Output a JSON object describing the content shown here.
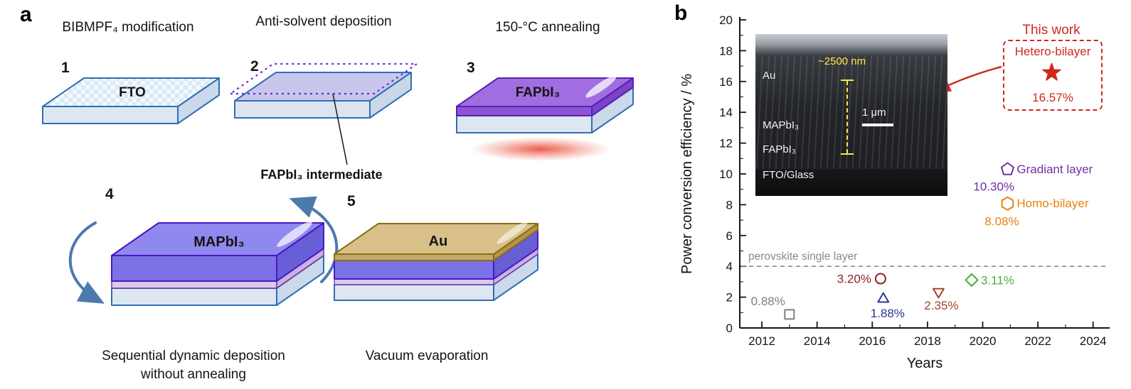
{
  "figure": {
    "panel_a_label": "a",
    "panel_b_label": "b"
  },
  "panel_a": {
    "step1": {
      "number": "1",
      "title": "BIBMPF₄ modification",
      "slab_label": "FTO"
    },
    "step2": {
      "number": "2",
      "title": "Anti-solvent deposition",
      "annotation": "FAPbI₃ intermediate"
    },
    "step3": {
      "number": "3",
      "title": "150-°C annealing",
      "slab_label": "FAPbI₃"
    },
    "step4": {
      "number": "4",
      "slab_label": "MAPbI₃",
      "caption_line1": "Sequential dynamic deposition",
      "caption_line2": "without annealing"
    },
    "step5": {
      "number": "5",
      "slab_label": "Au",
      "caption": "Vacuum evaporation"
    }
  },
  "panel_b": {
    "annotation": {
      "title": "This work"
    },
    "inset": {
      "electrode_label": "Au",
      "thickness_label": "~2500 nm",
      "scalebar_label": "1 μm",
      "layer1_label": "MAPbI₃",
      "layer2_label": "FAPbI₃",
      "substrate_label": "FTO/Glass"
    }
  },
  "chart_data": {
    "type": "scatter",
    "title": "",
    "xlabel": "Years",
    "ylabel": "Power conversion efficiency / %",
    "xlim": [
      2011.2,
      2024.6
    ],
    "ylim": [
      0,
      20
    ],
    "xticks": [
      2012,
      2014,
      2016,
      2018,
      2020,
      2022,
      2024
    ],
    "yticks": [
      0,
      2,
      4,
      6,
      8,
      10,
      12,
      14,
      16,
      18,
      20
    ],
    "grid": false,
    "legend_position": "none",
    "reference_line": {
      "y": 4,
      "label": "perovskite single layer",
      "style": "dashed",
      "color": "#8a8a8a"
    },
    "points": [
      {
        "x": 2013.0,
        "y": 0.88,
        "label": "0.88%",
        "marker": "square",
        "color": "#7f7f7f",
        "filled": false,
        "label_dx": -6,
        "label_dy": -13,
        "label_anchor": "end"
      },
      {
        "x": 2016.3,
        "y": 3.2,
        "label": "3.20%",
        "marker": "circle",
        "color": "#8f1d1d",
        "filled": false,
        "label_dx": -13,
        "label_dy": 6,
        "label_anchor": "end"
      },
      {
        "x": 2016.4,
        "y": 1.88,
        "label": "1.88%",
        "marker": "triangle-up",
        "color": "#2a3990",
        "filled": false,
        "label_dx": 6,
        "label_dy": 26,
        "label_anchor": "middle"
      },
      {
        "x": 2018.4,
        "y": 2.35,
        "label": "2.35%",
        "marker": "triangle-down",
        "color": "#a5442a",
        "filled": false,
        "label_dx": 4,
        "label_dy": 25,
        "label_anchor": "middle"
      },
      {
        "x": 2019.6,
        "y": 3.11,
        "label": "3.11%",
        "marker": "diamond",
        "color": "#4cae3c",
        "filled": false,
        "label_dx": 13,
        "label_dy": 6,
        "label_anchor": "start"
      },
      {
        "x": 2020.9,
        "y": 8.08,
        "label": "8.08%",
        "marker": "hexagon",
        "color": "#e8820c",
        "filled": false,
        "label_dx": -32,
        "label_dy": 31,
        "label_anchor": "start",
        "name": "Homo-bilayer",
        "name_dx": 13
      },
      {
        "x": 2020.9,
        "y": 10.3,
        "label": "10.30%",
        "marker": "pentagon",
        "color": "#7030a0",
        "filled": false,
        "label_dx": -48,
        "label_dy": 30,
        "label_anchor": "start",
        "name": "Gradiant layer",
        "name_dx": 13
      },
      {
        "x": 2022.5,
        "y": 16.57,
        "label": "16.57%",
        "marker": "star",
        "color": "#cc2a1d",
        "filled": true,
        "annotated": true,
        "name": "Hetero-bilayer"
      }
    ]
  }
}
